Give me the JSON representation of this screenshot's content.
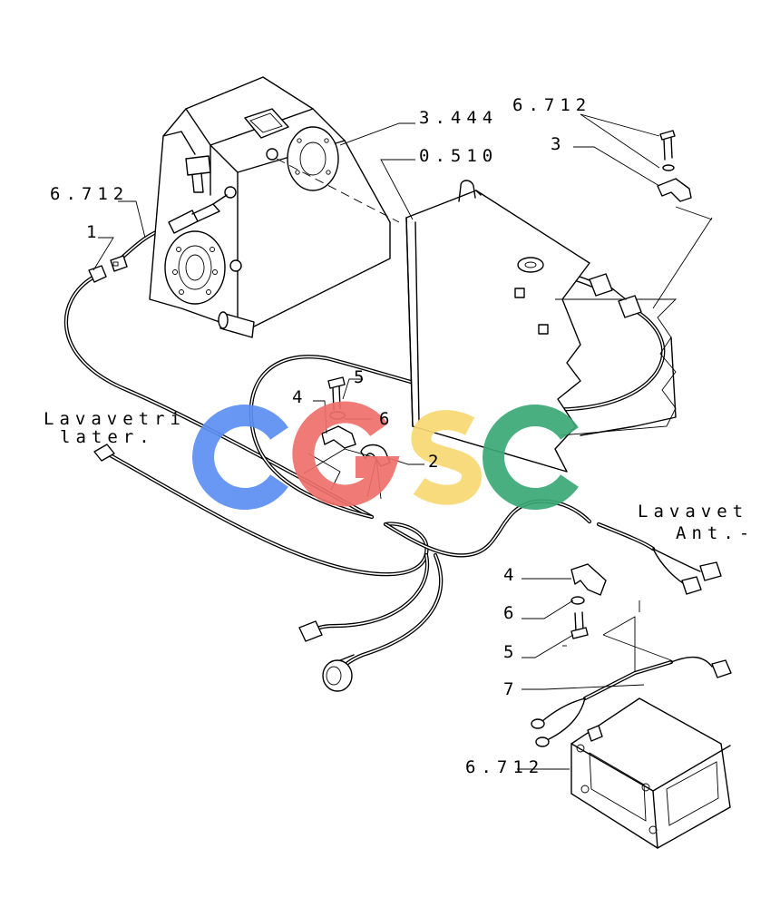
{
  "labels": {
    "ref_3444": "3.444",
    "ref_0510": "0.510",
    "ref_6712_top": "6.712",
    "ref_6712_left": "6.712",
    "ref_6712_bottom": "6.712",
    "item_1": "1",
    "item_2": "2",
    "item_3": "3",
    "item_4_upper": "4",
    "item_5_upper": "5",
    "item_6_upper": "6",
    "item_4_lower": "4",
    "item_5_lower": "5",
    "item_6_lower": "6",
    "item_7": "7"
  },
  "wire_labels": {
    "left_line1": "Lavavetri",
    "left_line2": "later.",
    "right_line1": "Lavavet",
    "right_line2": "Ant.-"
  },
  "watermark": {
    "text": "CGSC",
    "colors": [
      "#5b8ff3",
      "#ef6f6a",
      "#f8d872",
      "#3aa976"
    ]
  }
}
